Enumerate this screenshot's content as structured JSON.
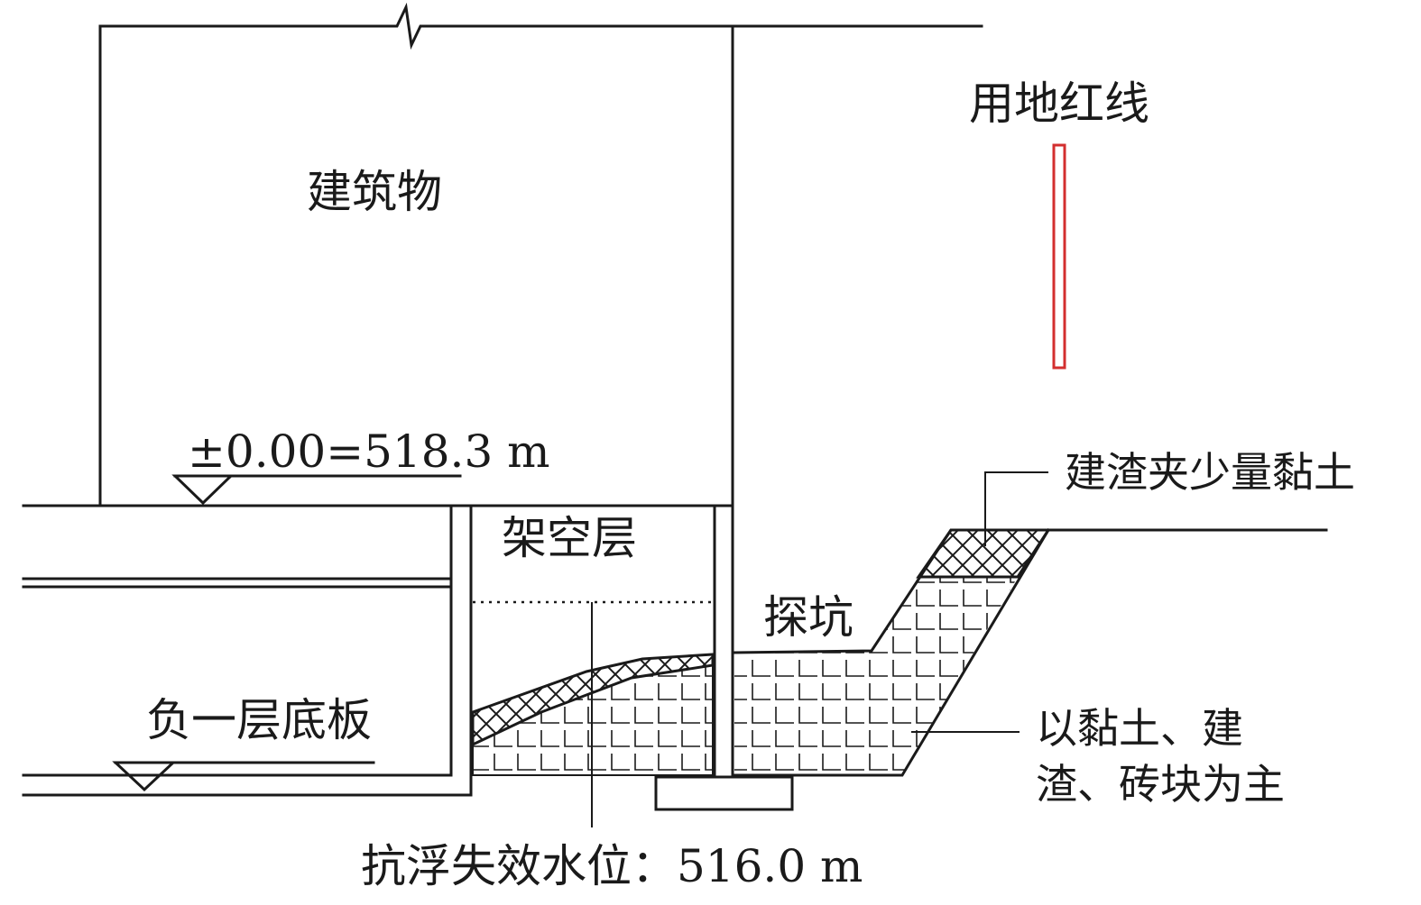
{
  "labels": {
    "building": "建筑物",
    "red_line": "用地红线",
    "elevation": "±0.00=518.3 m",
    "overhead_layer": "架空层",
    "test_pit": "探坑",
    "basement_slab": "负一层底板",
    "fill_top_note": "建渣夹少量黏土",
    "fill_main_note_line1": "以黏土、建",
    "fill_main_note_line2": "渣、砖块为主",
    "water_level": "抗浮失效水位：516.0 m"
  },
  "colors": {
    "line": "#1a1a1a",
    "red_line": "#d32f2f",
    "background": "#ffffff"
  }
}
